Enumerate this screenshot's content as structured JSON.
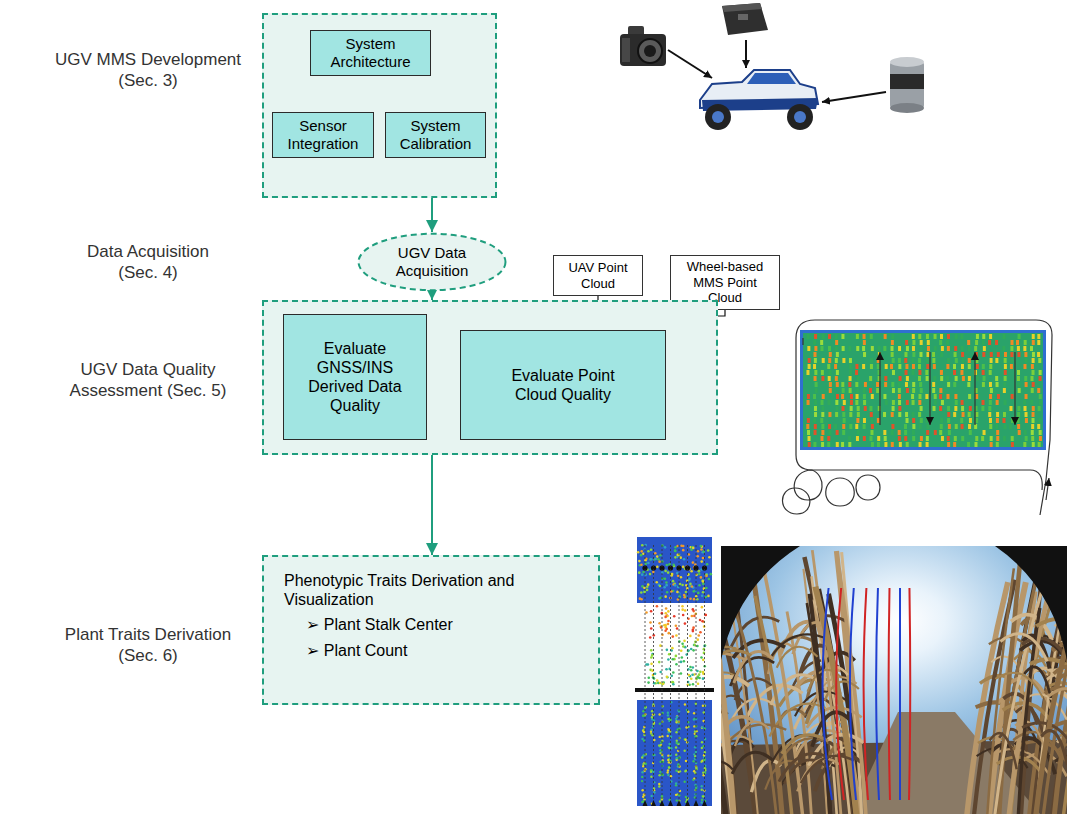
{
  "diagram": {
    "nodes": [
      {
        "text": [
          "UGV MMS Development (Sec. 3)"
        ]
      },
      {
        "text": [
          "System Architecture"
        ],
        "in": 0
      },
      {
        "text": [
          "Sensor Integration"
        ],
        "in": 0
      },
      {
        "text": [
          "System Calibration"
        ],
        "in": 0
      },
      {
        "text": [
          "Data Acquisition (Sec. 4)",
          "UGV Data Acquisition"
        ]
      },
      {
        "text": [
          "UAV Point Cloud"
        ]
      },
      {
        "text": [
          "Wheel-based MMS Point Cloud"
        ]
      },
      {
        "text": [
          "UGV Data Quality Assessment (Sec. 5)"
        ]
      },
      {
        "text": [
          "Evaluate GNSS/INS Derived Data Quality"
        ],
        "in": 7
      },
      {
        "text": [
          "Evaluate Point Cloud Quality"
        ],
        "in": 7
      },
      {
        "text": [
          "Plant Traits Derivation (Sec. 6)",
          "Phenotypic Traits Derivation and Visualization",
          "➢ Plant Stalk Center",
          "➢ Plant Count"
        ]
      }
    ],
    "edges": [
      {
        "from": 0,
        "to": 4,
        "arrow": "to"
      },
      {
        "from": 4,
        "to": 7,
        "arrow": "to"
      },
      {
        "from": 5,
        "to": 9,
        "arrow": "to"
      },
      {
        "from": 6,
        "to": 9,
        "arrow": "to"
      },
      {
        "from": 7,
        "to": 10,
        "arrow": "to"
      }
    ]
  }
}
